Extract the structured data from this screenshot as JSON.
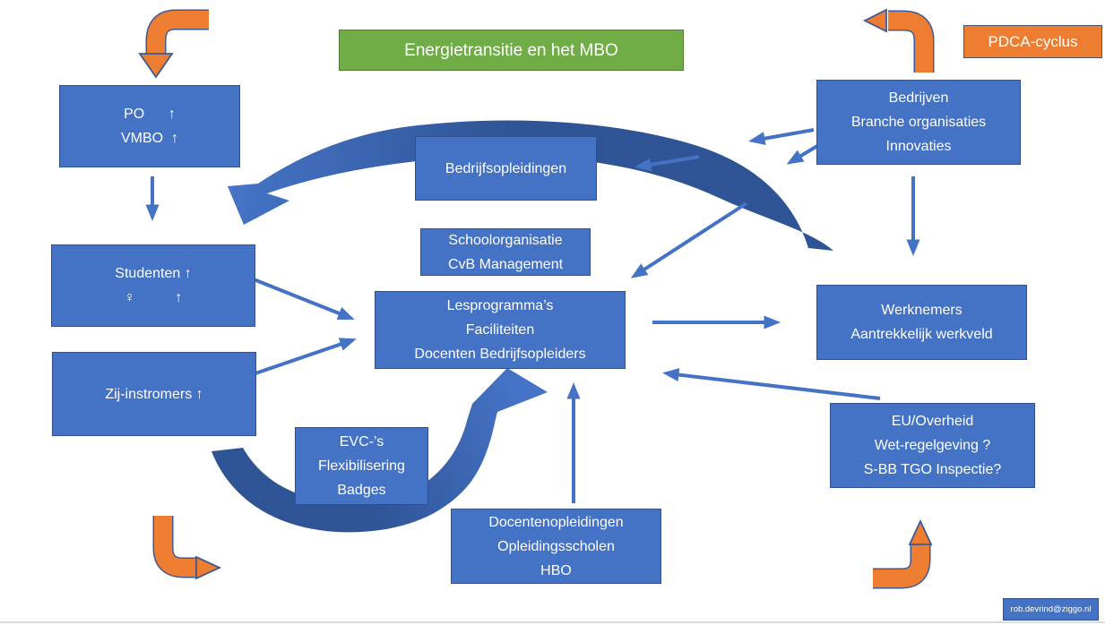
{
  "title": {
    "label": "Energietransitie en het MBO"
  },
  "pdca": {
    "label": "PDCA-cyclus"
  },
  "email": {
    "label": "rob.devrind@ziggo.nl"
  },
  "nodes": {
    "po_vmbo": {
      "lines": [
        "PO      ↑",
        "VMBO  ↑"
      ]
    },
    "studenten": {
      "lines": [
        "Studenten ↑",
        "♀          ↑"
      ]
    },
    "zij_instromers": {
      "lines": [
        "Zij-instromers ↑"
      ]
    },
    "bedrijfsopleidingen": {
      "lines": [
        "Bedrijfsopleidingen"
      ]
    },
    "schoolorganisatie": {
      "lines": [
        "Schoolorganisatie",
        "CvB Management"
      ]
    },
    "lesprogrammas": {
      "lines": [
        "Lesprogramma’s",
        "Faciliteiten",
        "Docenten Bedrijfsopleiders"
      ]
    },
    "bedrijven": {
      "lines": [
        "Bedrijven",
        "Branche organisaties",
        "Innovaties"
      ]
    },
    "werknemers": {
      "lines": [
        "Werknemers",
        "Aantrekkelijk werkveld"
      ]
    },
    "eu_overheid": {
      "lines": [
        "EU/Overheid",
        "Wet-regelgeving ?",
        "S-BB TGO Inspectie?"
      ]
    },
    "evc": {
      "lines": [
        "EVC-’s",
        "Flexibilisering",
        "Badges"
      ]
    },
    "docentenopleidingen": {
      "lines": [
        "Docentenopleidingen",
        "Opleidingsscholen",
        "HBO"
      ]
    }
  },
  "colors": {
    "box_fill": "#4472C4",
    "box_border": "#2F528F",
    "green_fill": "#70AD47",
    "green_border": "#507E32",
    "orange_fill": "#ED7D31",
    "orange_outline": "#3D5A96",
    "pdca_border": "#44546A",
    "arrow_blue": "#4472C4",
    "arrow_dark": "#2F5496",
    "text": "#FFFFFF"
  }
}
